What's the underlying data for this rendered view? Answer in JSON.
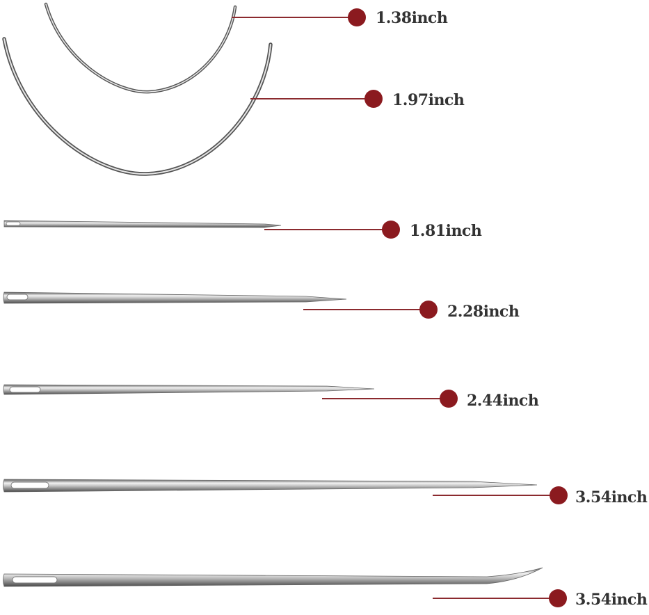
{
  "colors": {
    "marker": "#8b1a1f",
    "leader_line": "#8b2a2e",
    "label_text": "#333333",
    "steel_dark": "#4a4a4a",
    "steel_mid": "#9a9a9a",
    "steel_light": "#e8e8e8"
  },
  "needles": [
    {
      "kind": "curved",
      "length_label": "1.38inch"
    },
    {
      "kind": "curved",
      "length_label": "1.97inch"
    },
    {
      "kind": "straight",
      "length_label": "1.81inch"
    },
    {
      "kind": "straight",
      "length_label": "2.28inch"
    },
    {
      "kind": "straight",
      "length_label": "2.44inch"
    },
    {
      "kind": "straight",
      "length_label": "3.54inch"
    },
    {
      "kind": "bent-tip",
      "length_label": "3.54inch"
    }
  ]
}
